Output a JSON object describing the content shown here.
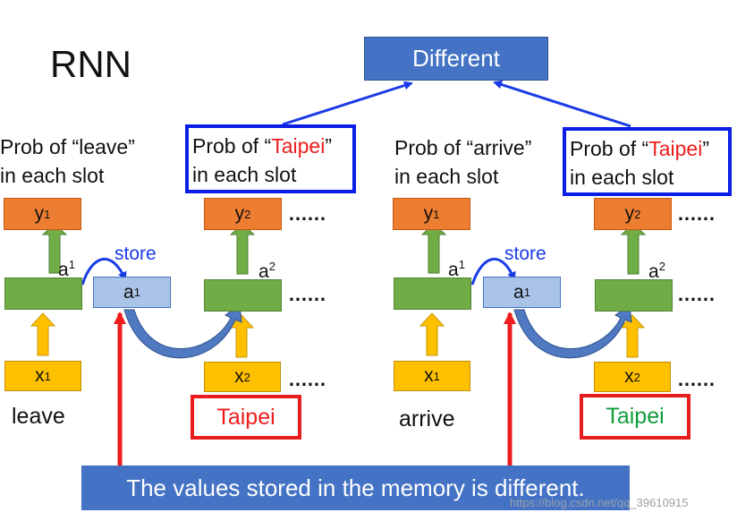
{
  "title": "RNN",
  "result_label": "Different",
  "left": {
    "prob_prefix": "Prob of “leave”",
    "prob_suffix": "in each slot",
    "prob2_before": "Prob of “",
    "prob2_word": "Taipei",
    "prob2_after": "”",
    "prob2_line2": "in each slot",
    "y1": "y",
    "y1_sup": "1",
    "y2": "y",
    "y2_sup": "2",
    "a1": "a",
    "a1_sup": "1",
    "a2": "a",
    "a2_sup": "2",
    "mem": "a",
    "mem_sup": "1",
    "store": "store",
    "x1": "x",
    "x1_sup": "1",
    "x2": "x",
    "x2_sup": "2",
    "word1": "leave",
    "word2": "Taipei",
    "dots": "……"
  },
  "right": {
    "prob_prefix": "Prob of “arrive”",
    "prob_suffix": "in each slot",
    "prob2_before": "Prob of “",
    "prob2_word": "Taipei",
    "prob2_after": "”",
    "prob2_line2": "in each slot",
    "y1": "y",
    "y1_sup": "1",
    "y2": "y",
    "y2_sup": "2",
    "a1": "a",
    "a1_sup": "1",
    "a2": "a",
    "a2_sup": "2",
    "mem": "a",
    "mem_sup": "1",
    "store": "store",
    "x1": "x",
    "x1_sup": "1",
    "x2": "x",
    "x2_sup": "2",
    "word1": "arrive",
    "word2": "Taipei",
    "dots": "……"
  },
  "caption": "The values stored in the memory is different.",
  "watermark": "https://blog.csdn.net/qq_39610915",
  "colors": {
    "blue_box": "#4472c4",
    "highlight_border": "#0a1ee6",
    "output": "#ed7d31",
    "hidden": "#70ad47",
    "input": "#ffc000",
    "memory": "#a9c4e8",
    "red": "#ee1c1c",
    "green_word": "#0f9d3a"
  }
}
